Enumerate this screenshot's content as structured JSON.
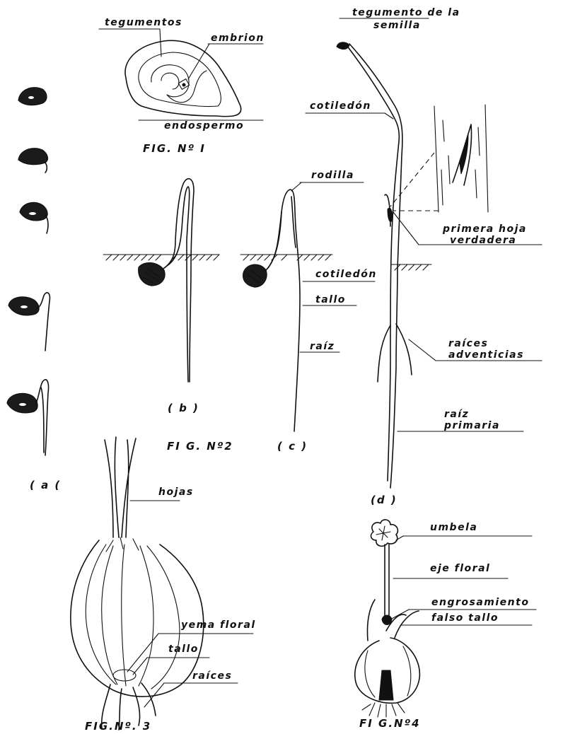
{
  "labels": {
    "tegumentos": "tegumentos",
    "embrion": "embrion",
    "endospermo": "endospermo",
    "fig1": "FIG. Nº I",
    "tegumento_semilla_1": "tegumento de la",
    "tegumento_semilla_2": "semilla",
    "cotiledon_d": "cotiledón",
    "rodilla": "rodilla",
    "primera_hoja_1": "primera hoja",
    "primera_hoja_2": "verdadera",
    "cotiledon_c": "cotiledón",
    "tallo_c": "tallo",
    "raiz_c": "raíz",
    "raices_adv_1": "raíces",
    "raices_adv_2": "adventicias",
    "raiz_prim_1": "raíz",
    "raiz_prim_2": "primaria",
    "b": "( b )",
    "c": "( c )",
    "d": "(d )",
    "a": "( a (",
    "fig2": "FI G.  Nº2",
    "hojas": "hojas",
    "yema_floral": "yema floral",
    "tallo_3": "tallo",
    "raices_3": "raíces",
    "fig3": "FIG.Nº. 3",
    "umbela": "umbela",
    "eje_floral": "eje floral",
    "engrosamiento": "engrosamiento",
    "falso_tallo": "falso tallo",
    "fig4": "FI G.Nº4"
  },
  "colors": {
    "ink": "#111111",
    "paper": "#ffffff"
  }
}
